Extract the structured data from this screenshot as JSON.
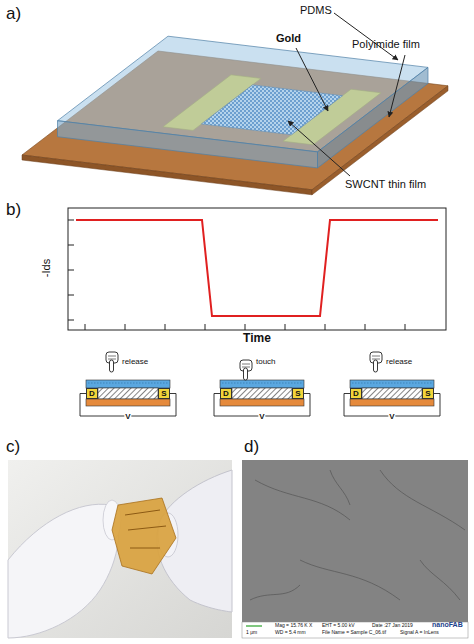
{
  "diagram": {
    "nodes": [
      {
        "text": [
          "D"
        ]
      },
      {
        "text": [
          "S"
        ]
      },
      {
        "text": [
          "D"
        ]
      },
      {
        "text": [
          "S"
        ]
      },
      {
        "text": [
          "D"
        ]
      },
      {
        "text": [
          "S"
        ]
      }
    ],
    "edges": [
      {
        "from": 0,
        "to": 1,
        "arrow": "none",
        "label": "V"
      },
      {
        "from": 2,
        "to": 3,
        "arrow": "none",
        "label": "V"
      },
      {
        "from": 4,
        "to": 5,
        "arrow": "none",
        "label": "V"
      }
    ],
    "labels": [
      "a)",
      "PDMS",
      "Gold",
      "Polyimide film",
      "SWCNT thin film",
      "b)",
      "-Ids",
      "Time",
      "release",
      "touch",
      "release",
      "c)",
      "d)",
      "1 μm",
      "Mag = 15.76 K X",
      "WD = 5.4 mm",
      "EHT = 5.00 kV",
      "File Name = Sample C_06.tif",
      "Signal A = InLens",
      "Date :27 Jan 2019",
      "nanoFAB"
    ]
  }
}
